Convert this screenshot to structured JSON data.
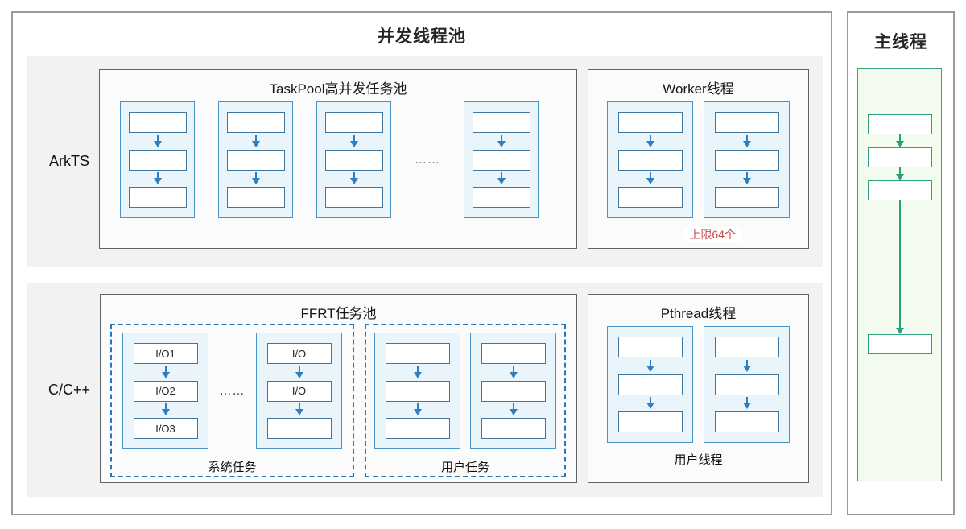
{
  "main_title": "并发线程池",
  "right_panel": {
    "title": "主线程"
  },
  "rows": {
    "arkts": {
      "label": "ArkTS",
      "taskpool": {
        "title": "TaskPool高并发任务池",
        "ellipsis": "……"
      },
      "worker": {
        "title": "Worker线程",
        "limit_note": "上限64个"
      }
    },
    "cpp": {
      "label": "C/C++",
      "ffrt": {
        "title": "FFRT任务池",
        "system_tasks": {
          "label": "系统任务",
          "ellipsis": "……",
          "col1_cells": [
            "I/O1",
            "I/O2",
            "I/O3"
          ],
          "col2_cells": [
            "I/O",
            "I/O"
          ]
        },
        "user_tasks": {
          "label": "用户任务"
        }
      },
      "pthread": {
        "title": "Pthread线程",
        "label": "用户线程"
      }
    }
  },
  "colors": {
    "row_bg": "#f2f2f2",
    "box_border": "#636363",
    "column_fill": "#e9f4fb",
    "column_border": "#4695c8",
    "cell_border": "#41779e",
    "blue_arrow": "#2e7fc1",
    "dashed_border": "#2677bb",
    "red_note": "#c84444",
    "green_fill": "#f3faee",
    "teal_border": "#2fa080",
    "teal_arrow": "#2aa17d"
  }
}
